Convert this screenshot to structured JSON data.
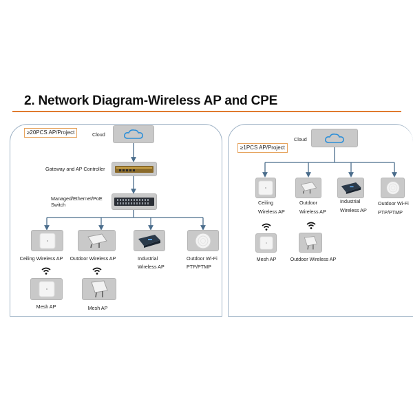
{
  "title": "2. Network Diagram-Wireless AP and CPE",
  "colors": {
    "accent": "#e07a2e",
    "panel_border": "#9fb3c6",
    "line": "#4a6d8c",
    "device_bg": "#c9c9c9"
  },
  "left": {
    "project": "≥20PCS AP/Project",
    "cloud": "Cloud",
    "gateway": "Gateway and AP Controller",
    "switch_l1": "Managed/Ethernet/PoE",
    "switch_l2": "Switch",
    "ceiling": "Ceiling Wireless AP",
    "outdoor": "Outdoor Wireless AP",
    "industrial_l1": "Industrial",
    "industrial_l2": "Wireless AP",
    "wifi_l1": "Outdoor Wi-Fi",
    "wifi_l2": "PTP/PTMP",
    "mesh1": "Mesh AP",
    "mesh2": "Mesh AP"
  },
  "right": {
    "project": "≥1PCS AP/Project",
    "cloud": "Cloud",
    "ceiling_l1": "Ceiling",
    "ceiling_l2": "Wireless AP",
    "outdoor_l1": "Outdoor",
    "outdoor_l2": "Wireless AP",
    "industrial_l1": "Industrial",
    "industrial_l2": "Wireless AP",
    "wifi_l1": "Outdoor Wi-Fi",
    "wifi_l2": "PTP/PTMP",
    "mesh1": "Mesh AP",
    "mesh2": "Outdoor Wireless AP"
  }
}
